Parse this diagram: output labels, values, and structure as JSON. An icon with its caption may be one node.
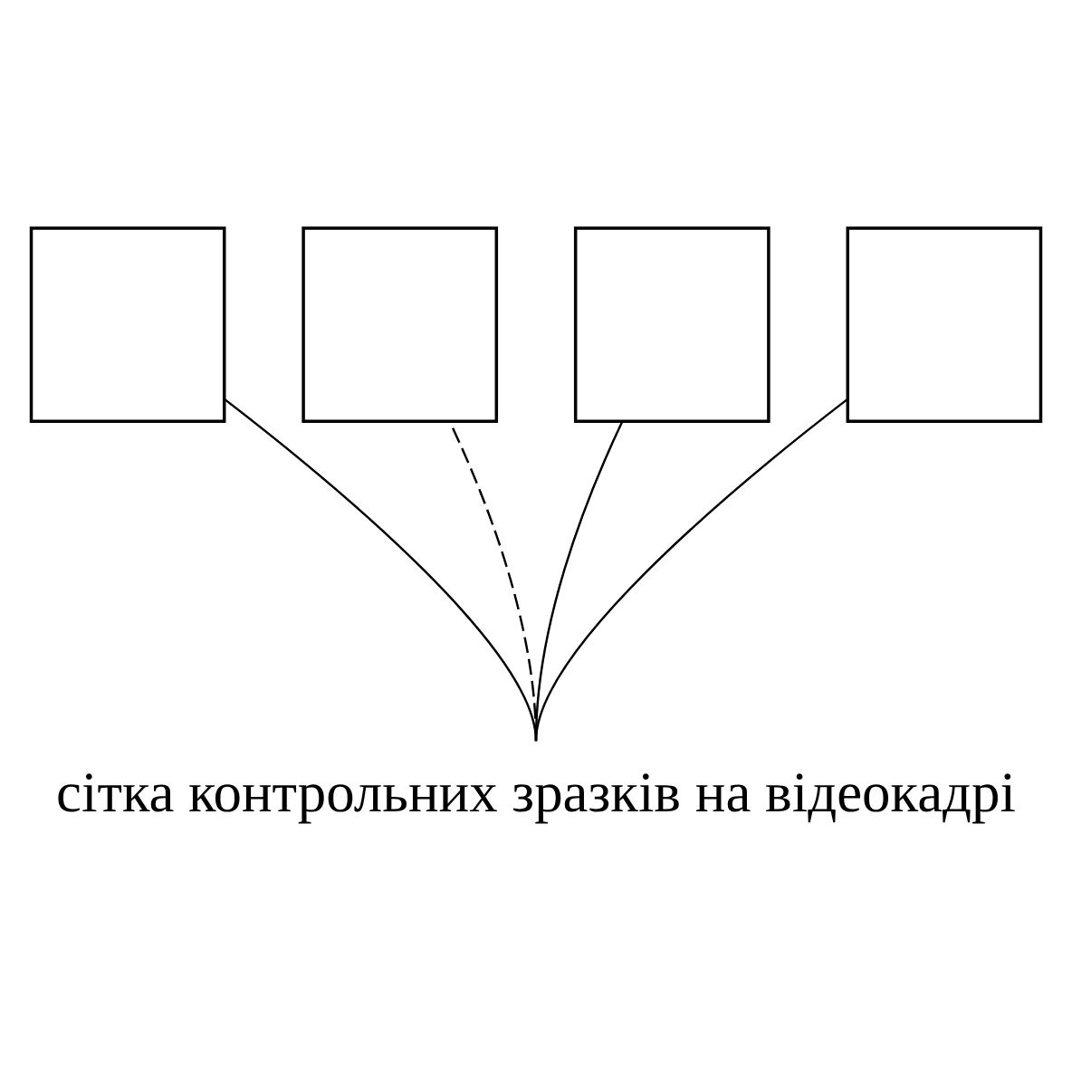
{
  "diagram": {
    "nodes": [
      {
        "text": [],
        "shape": "box"
      },
      {
        "text": [],
        "shape": "box"
      },
      {
        "text": [],
        "shape": "box"
      },
      {
        "text": [],
        "shape": "box"
      },
      {
        "text": [
          "сітка контрольних зразків на відеокадрі"
        ]
      }
    ],
    "edges": [
      {
        "from": 4,
        "to": 0,
        "arrow": "none"
      },
      {
        "from": 4,
        "to": 1,
        "arrow": "none",
        "style": "dashed"
      },
      {
        "from": 4,
        "to": 2,
        "arrow": "none"
      },
      {
        "from": 4,
        "to": 3,
        "arrow": "none"
      }
    ]
  }
}
